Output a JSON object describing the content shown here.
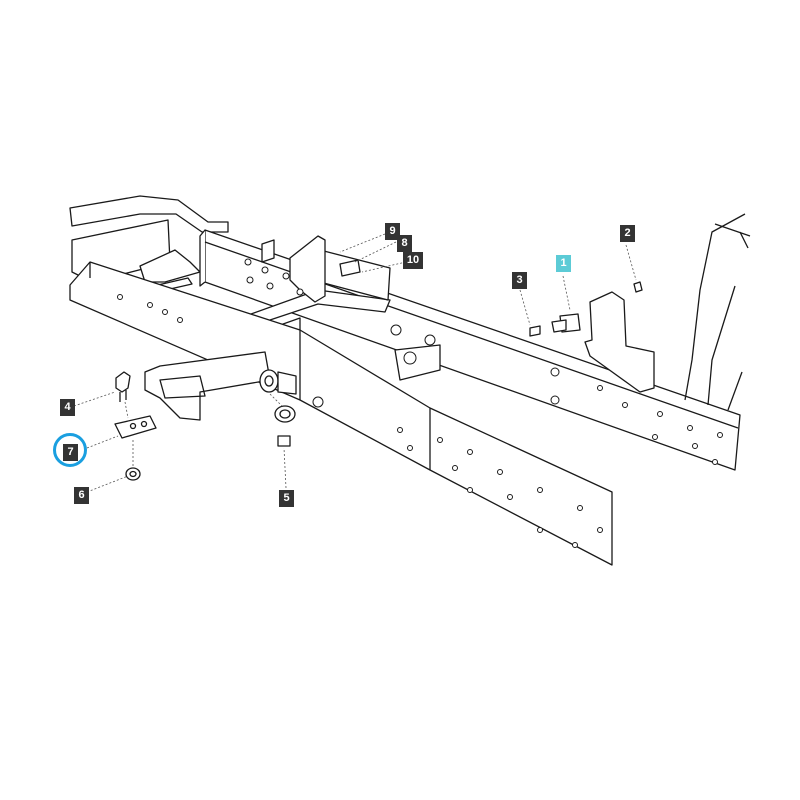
{
  "callouts": {
    "c1": "1",
    "c2": "2",
    "c3": "3",
    "c4": "4",
    "c5": "5",
    "c6": "6",
    "c7": "7",
    "c8": "8",
    "c9": "9",
    "c10": "10"
  },
  "colors": {
    "callout_bg": "#333333",
    "highlight_bg": "#5ccbd6",
    "ring": "#1a9fe0"
  }
}
